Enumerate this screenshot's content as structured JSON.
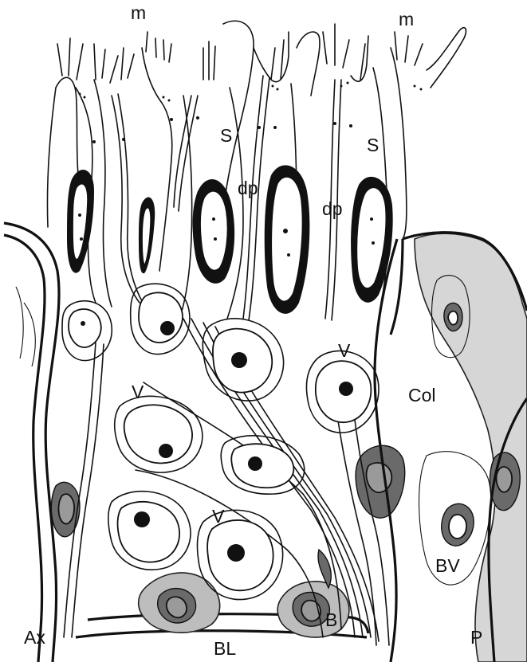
{
  "labels": {
    "microvilli_left": "m",
    "microvilli_right": "m",
    "supporting_left": "S",
    "supporting_right": "S",
    "dendrite_left": "dp",
    "dendrite_right": "dp",
    "vesicle_upper": "V",
    "vesicle_mid": "V",
    "vesicle_lower": "V",
    "collagen": "Col",
    "blood_vessel": "BV",
    "axon": "Ax",
    "basal_lamina": "BL",
    "basal_cell": "B",
    "lamina_propria": "P"
  }
}
